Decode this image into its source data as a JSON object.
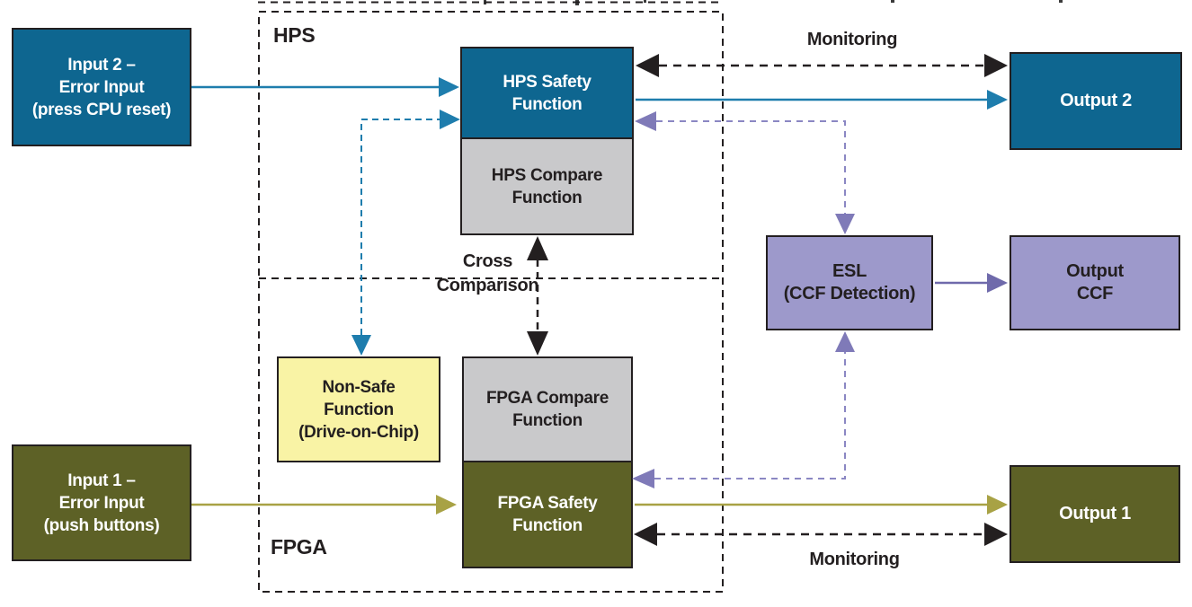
{
  "diagram_title_context": "HPS / FPGA safety functions block diagram",
  "colors": {
    "teal_box": "#0e6690",
    "teal_line": "#1e7dad",
    "olive_box": "#5d6126",
    "olive_line": "#a8a245",
    "gray_box": "#c9c9cb",
    "yellow_box": "#f9f3a5",
    "purple_box": "#9d99cb",
    "purple_line": "#7f7ab8",
    "line_black": "#231f20",
    "white_text": "#ffffff"
  },
  "regions": {
    "hps": {
      "label": "HPS"
    },
    "fpga": {
      "label": "FPGA"
    }
  },
  "nodes": {
    "input2": {
      "line1": "Input 2 –",
      "line2": "Error Input",
      "line3": "(press CPU reset)"
    },
    "input1": {
      "line1": "Input 1 –",
      "line2": "Error Input",
      "line3": "(push buttons)"
    },
    "hps_safety": {
      "line1": "HPS Safety",
      "line2": "Function"
    },
    "hps_compare": {
      "line1": "HPS Compare",
      "line2": "Function"
    },
    "non_safe": {
      "line1": "Non-Safe",
      "line2": "Function",
      "line3": "(Drive-on-Chip)"
    },
    "fpga_compare": {
      "line1": "FPGA Compare",
      "line2": "Function"
    },
    "fpga_safety": {
      "line1": "FPGA Safety",
      "line2": "Function"
    },
    "esl": {
      "line1": "ESL",
      "line2": "(CCF Detection)"
    },
    "output2": {
      "line1": "Output 2"
    },
    "output_ccf": {
      "line1": "Output",
      "line2": "CCF"
    },
    "output1": {
      "line1": "Output 1"
    }
  },
  "labels": {
    "monitoring_top": "Monitoring",
    "monitoring_bottom": "Monitoring",
    "cross_line1": "Cross",
    "cross_line2": "Comparison"
  }
}
